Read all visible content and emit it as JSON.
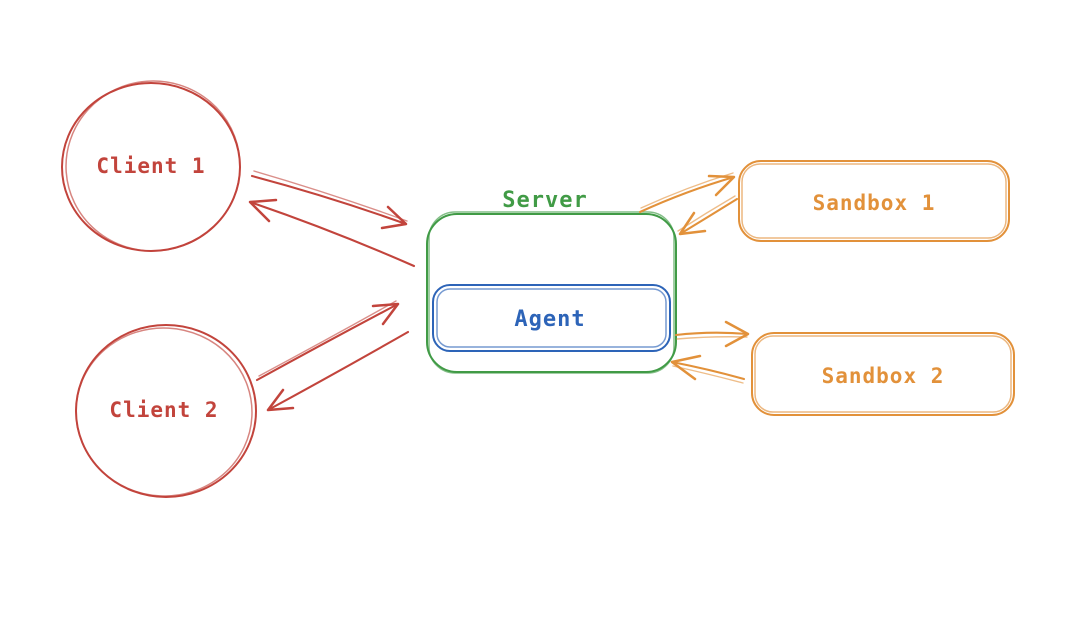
{
  "diagram": {
    "nodes": {
      "client1": {
        "label": "Client 1",
        "shape": "circle",
        "color": "red"
      },
      "client2": {
        "label": "Client 2",
        "shape": "circle",
        "color": "red"
      },
      "server": {
        "label": "Server",
        "shape": "rounded-rect",
        "color": "green"
      },
      "agent": {
        "label": "Agent",
        "shape": "rounded-rect",
        "color": "blue",
        "parent": "server"
      },
      "sandbox1": {
        "label": "Sandbox 1",
        "shape": "rounded-rect",
        "color": "orange"
      },
      "sandbox2": {
        "label": "Sandbox 2",
        "shape": "rounded-rect",
        "color": "orange"
      }
    },
    "edges": [
      {
        "from": "Client 1",
        "to": "Server",
        "direction": "bidirectional",
        "color": "red"
      },
      {
        "from": "Client 2",
        "to": "Server",
        "direction": "bidirectional",
        "color": "red"
      },
      {
        "from": "Server",
        "to": "Sandbox 1",
        "direction": "bidirectional",
        "color": "orange"
      },
      {
        "from": "Server",
        "to": "Sandbox 2",
        "direction": "bidirectional",
        "color": "orange"
      }
    ]
  },
  "colors": {
    "red": "#c2443c",
    "green": "#419b46",
    "blue": "#2d64b8",
    "orange": "#e2913a",
    "background": "#ffffff"
  }
}
